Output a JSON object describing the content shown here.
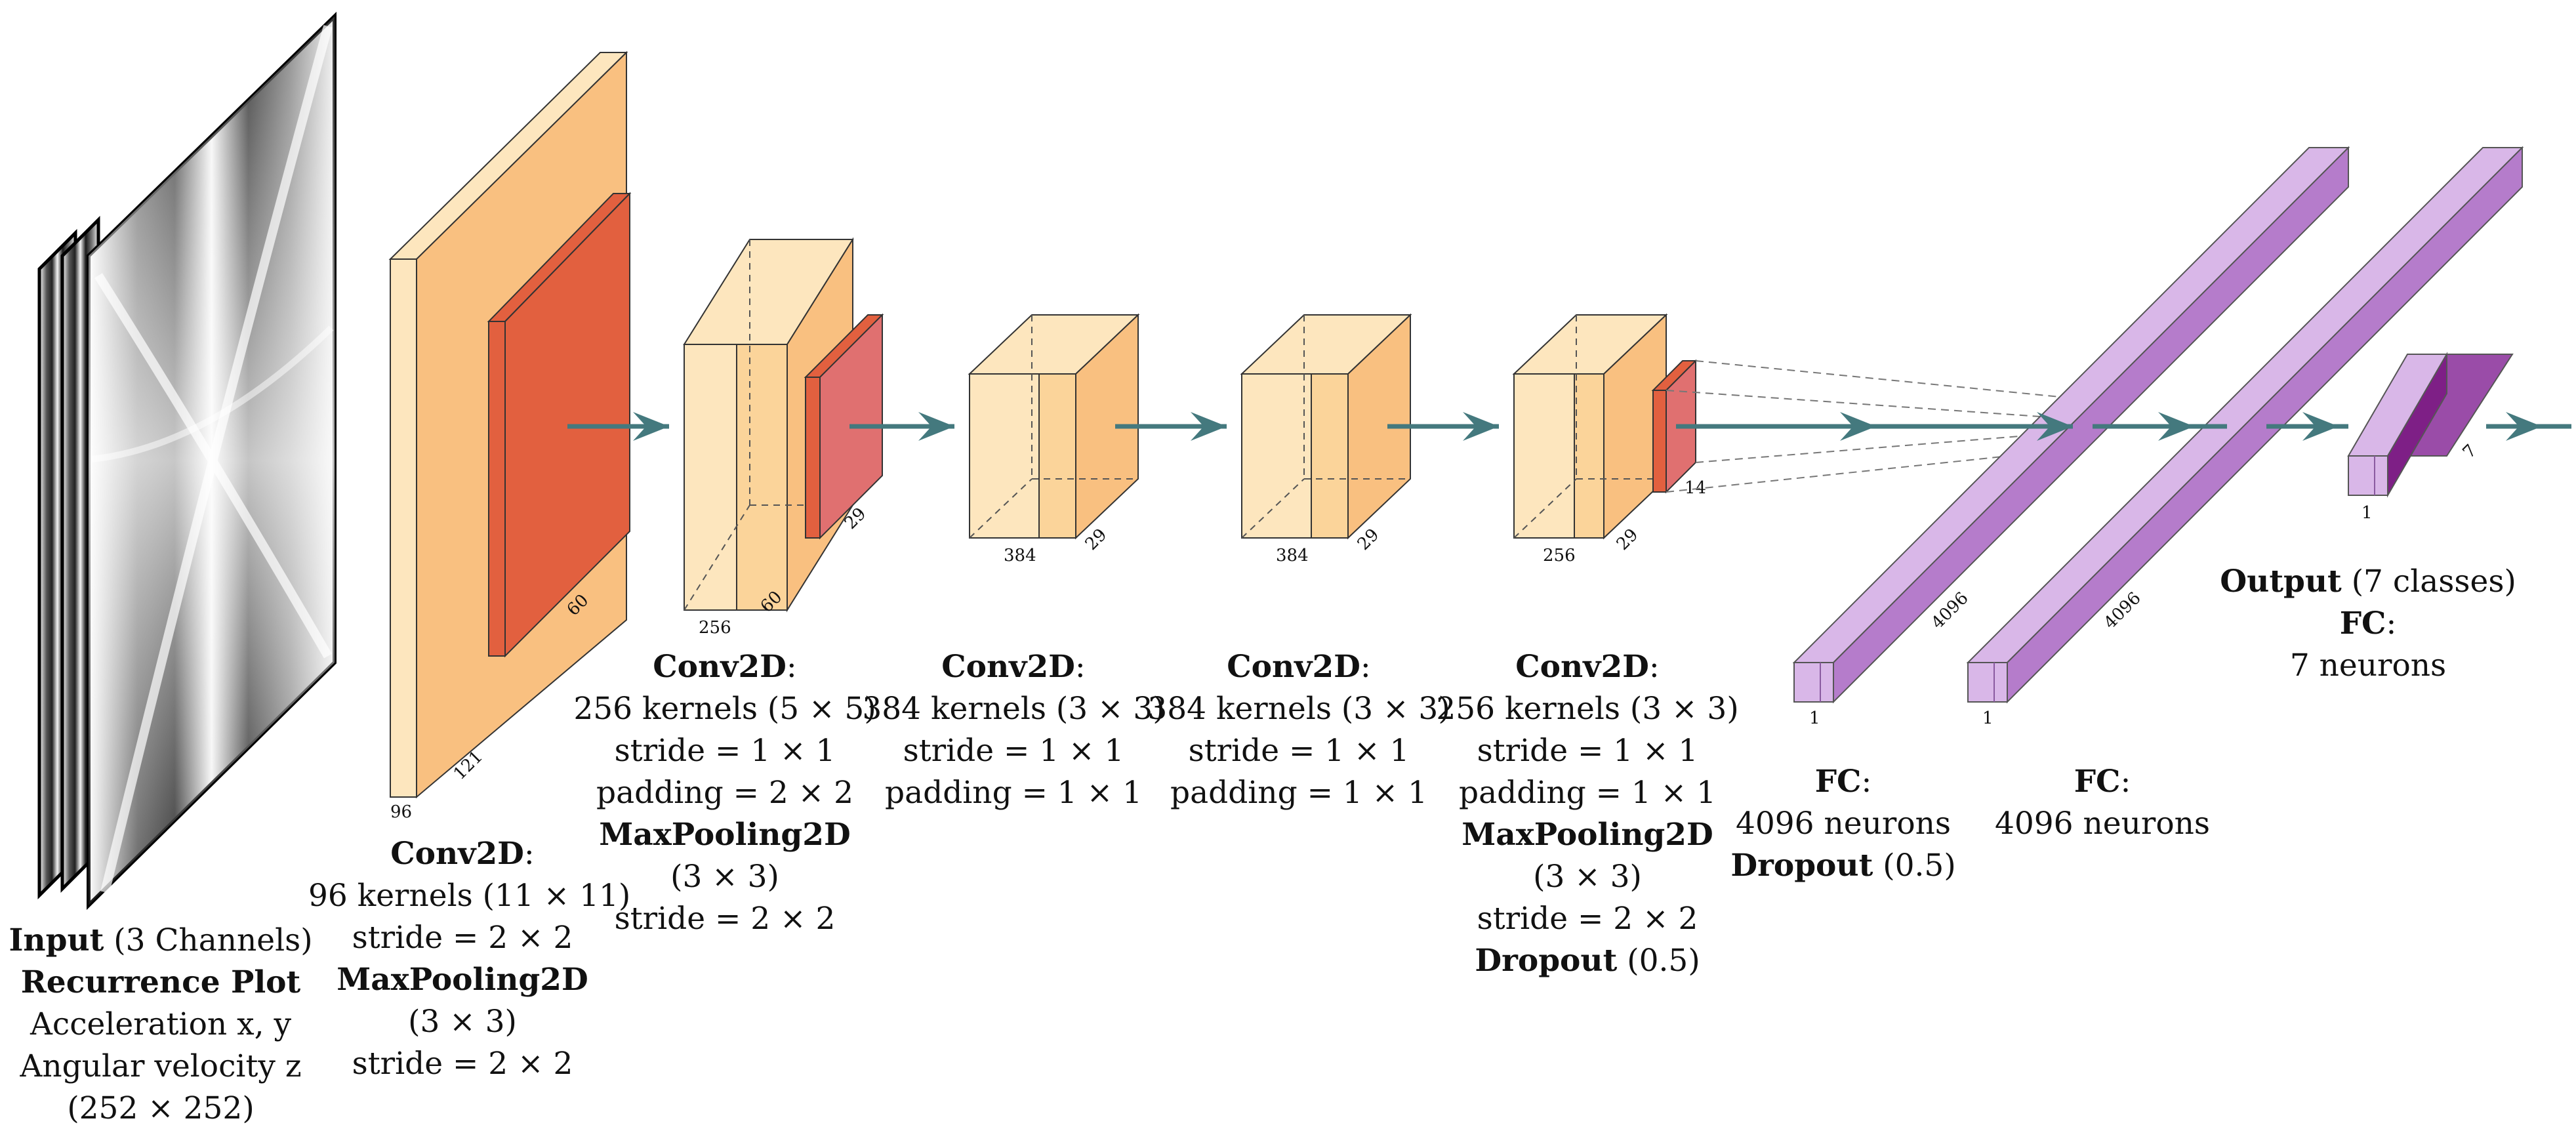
{
  "input": {
    "title_bold": "Input",
    "title_rest": " (3 Channels)",
    "subtitle": "Recurrence Plot",
    "line3": "Acceleration x, y",
    "line4": "Angular velocity z",
    "line5": "(252 × 252)"
  },
  "layers": [
    {
      "id": "conv1",
      "dims": [
        "96",
        "121",
        "60"
      ],
      "caption": [
        {
          "bold": "Conv2D",
          "rest": ":"
        },
        {
          "bold": "",
          "rest": "96 kernels (11 × 11)"
        },
        {
          "bold": "",
          "rest": "stride = 2 × 2"
        },
        {
          "bold": "MaxPooling2D",
          "rest": ""
        },
        {
          "bold": "",
          "rest": "(3 × 3)"
        },
        {
          "bold": "",
          "rest": "stride = 2 × 2"
        }
      ]
    },
    {
      "id": "conv2",
      "dims": [
        "256",
        "60",
        "29"
      ],
      "caption": [
        {
          "bold": "Conv2D",
          "rest": ":"
        },
        {
          "bold": "",
          "rest": "256 kernels (5 × 5)"
        },
        {
          "bold": "",
          "rest": "stride = 1 × 1"
        },
        {
          "bold": "",
          "rest": "padding = 2 × 2"
        },
        {
          "bold": "MaxPooling2D",
          "rest": ""
        },
        {
          "bold": "",
          "rest": "(3 × 3)"
        },
        {
          "bold": "",
          "rest": "stride = 2 × 2"
        }
      ]
    },
    {
      "id": "conv3",
      "dims": [
        "384",
        "29"
      ],
      "caption": [
        {
          "bold": "Conv2D",
          "rest": ":"
        },
        {
          "bold": "",
          "rest": "384 kernels (3 × 3)"
        },
        {
          "bold": "",
          "rest": "stride = 1 × 1"
        },
        {
          "bold": "",
          "rest": "padding = 1 × 1"
        }
      ]
    },
    {
      "id": "conv4",
      "dims": [
        "384",
        "29"
      ],
      "caption": [
        {
          "bold": "Conv2D",
          "rest": ":"
        },
        {
          "bold": "",
          "rest": "384 kernels (3 × 3)"
        },
        {
          "bold": "",
          "rest": "stride = 1 × 1"
        },
        {
          "bold": "",
          "rest": "padding = 1 × 1"
        }
      ]
    },
    {
      "id": "conv5",
      "dims": [
        "256",
        "29",
        "14"
      ],
      "caption": [
        {
          "bold": "Conv2D",
          "rest": ":"
        },
        {
          "bold": "",
          "rest": "256 kernels (3 × 3)"
        },
        {
          "bold": "",
          "rest": "stride = 1 × 1"
        },
        {
          "bold": "",
          "rest": "padding = 1 × 1"
        },
        {
          "bold": "MaxPooling2D",
          "rest": ""
        },
        {
          "bold": "",
          "rest": "(3 × 3)"
        },
        {
          "bold": "",
          "rest": "stride = 2 × 2"
        },
        {
          "bold": "Dropout",
          "rest": " (0.5)"
        }
      ]
    },
    {
      "id": "fc1",
      "dims": [
        "1",
        "4096"
      ],
      "caption": [
        {
          "bold": "FC",
          "rest": ":"
        },
        {
          "bold": "",
          "rest": "4096 neurons"
        },
        {
          "bold": "Dropout",
          "rest": " (0.5)"
        }
      ]
    },
    {
      "id": "fc2",
      "dims": [
        "1",
        "4096"
      ],
      "caption": [
        {
          "bold": "FC",
          "rest": ":"
        },
        {
          "bold": "",
          "rest": "4096 neurons"
        }
      ]
    },
    {
      "id": "output",
      "dims": [
        "1",
        "7"
      ],
      "caption": [
        {
          "bold": "Output",
          "rest": " (7 classes)"
        },
        {
          "bold": "FC",
          "rest": ":"
        },
        {
          "bold": "",
          "rest": "7 neurons"
        }
      ]
    }
  ],
  "colors": {
    "conv_light": "#FDE6BE",
    "conv_mid": "#FBD49A",
    "conv_dark": "#F9B97A",
    "pool": "#E2603F",
    "fc_light": "#D9B7E8",
    "fc_dark": "#B57CCB",
    "out_dark": "#7E1F86",
    "arrow": "#44797E"
  }
}
